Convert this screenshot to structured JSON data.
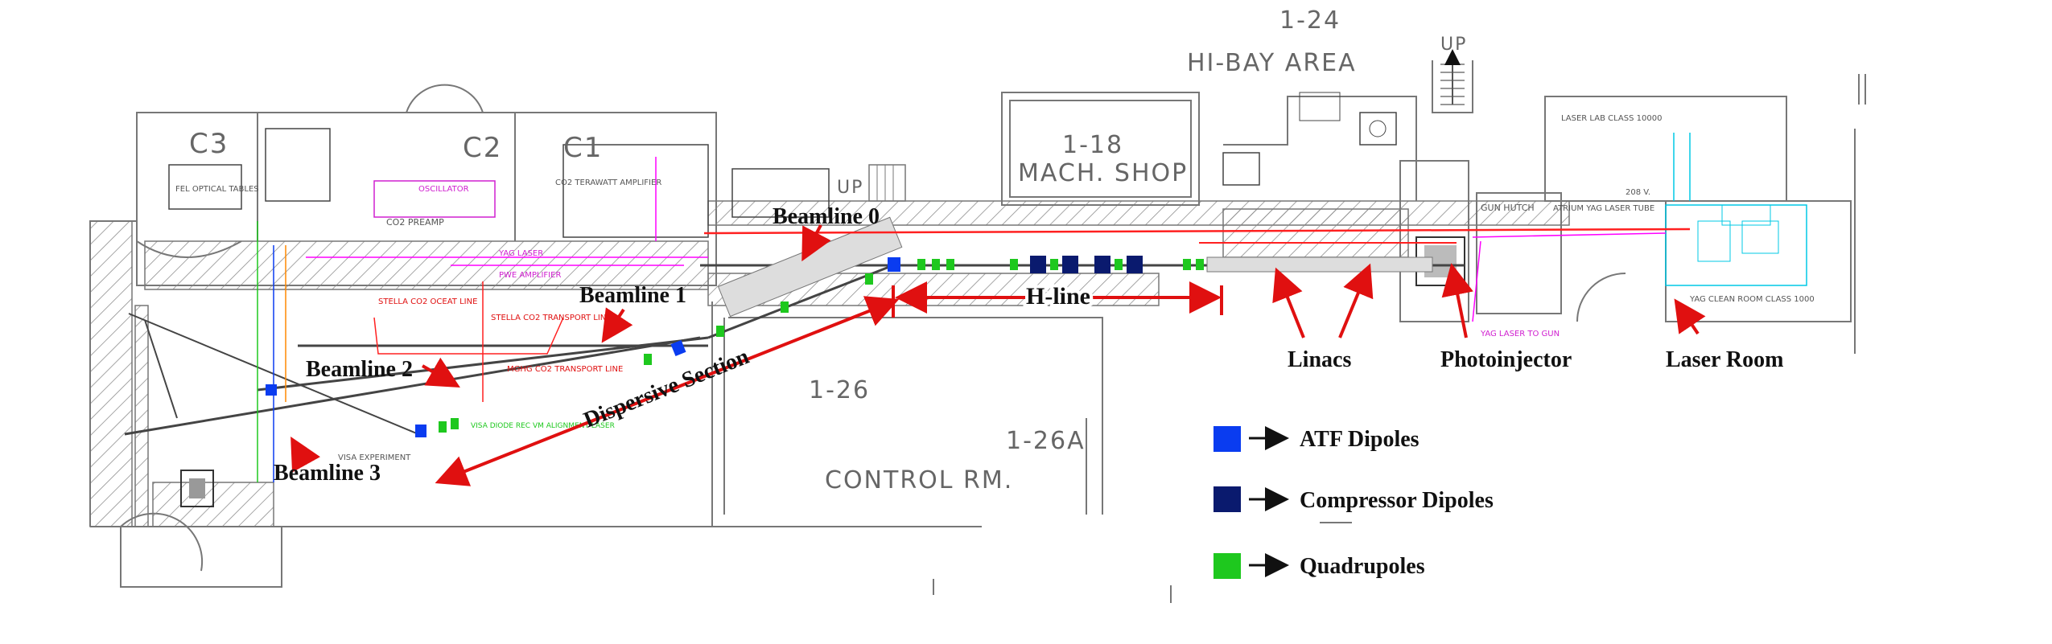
{
  "rooms": {
    "r124": "1-24",
    "hibay": "HI-BAY AREA",
    "up1": "UP",
    "up2": "UP",
    "r118": "1-18",
    "machshop": "MACH. SHOP",
    "c3": "C3",
    "c2": "C2",
    "c1": "C1",
    "r126": "1-26",
    "r126a": "1-26A",
    "control": "CONTROL RM."
  },
  "small_labels": {
    "fel_tables": "FEL OPTICAL TABLES",
    "co2_amp": "CO2 TERAWATT AMPLIFIER",
    "co2_preamp": "CO2 PREAMP",
    "oscillator": "OSCILLATOR",
    "yag_laser": "YAG LASER",
    "pwe_amp": "PWE AMPLIFIER",
    "stella_co2": "STELLA CO2 OCEAT LINE",
    "stella_transport": "STELLA CO2 TRANSPORT LINE",
    "mghg": "MGHG CO2 TRANSPORT LINE",
    "visa_exp": "VISA EXPERIMENT",
    "visa_diode": "VISA DIODE REC VM ALIGNMENT LASER",
    "gun_hutch": "GUN HUTCH",
    "atrium": "ATRIUM YAG LASER TUBE",
    "laser_lab": "LASER LAB CLASS 10000",
    "yag_clean": "YAG CLEAN ROOM CLASS 1000",
    "yag_to_gun": "YAG LASER TO GUN",
    "room_208": "208 V."
  },
  "annotations": {
    "beamline0": "Beamline 0",
    "beamline1": "Beamline 1",
    "beamline2": "Beamline 2",
    "beamline3": "Beamline 3",
    "dispersive": "Dispersive Section",
    "hline": "H-line",
    "linacs": "Linacs",
    "photoinjector": "Photoinjector",
    "laser_room": "Laser Room"
  },
  "legend": {
    "items": [
      {
        "label": "ATF Dipoles",
        "color": "#0a3cf0"
      },
      {
        "label": "Compressor Dipoles",
        "color": "#0a1a6e"
      },
      {
        "label": "Quadrupoles",
        "color": "#1ec81e"
      }
    ]
  },
  "colors": {
    "annotation_arrow": "#e01010",
    "laser_line": "#ff2020",
    "co2_line": "#ff00ff",
    "cyan_equipment": "#00c8e6"
  }
}
